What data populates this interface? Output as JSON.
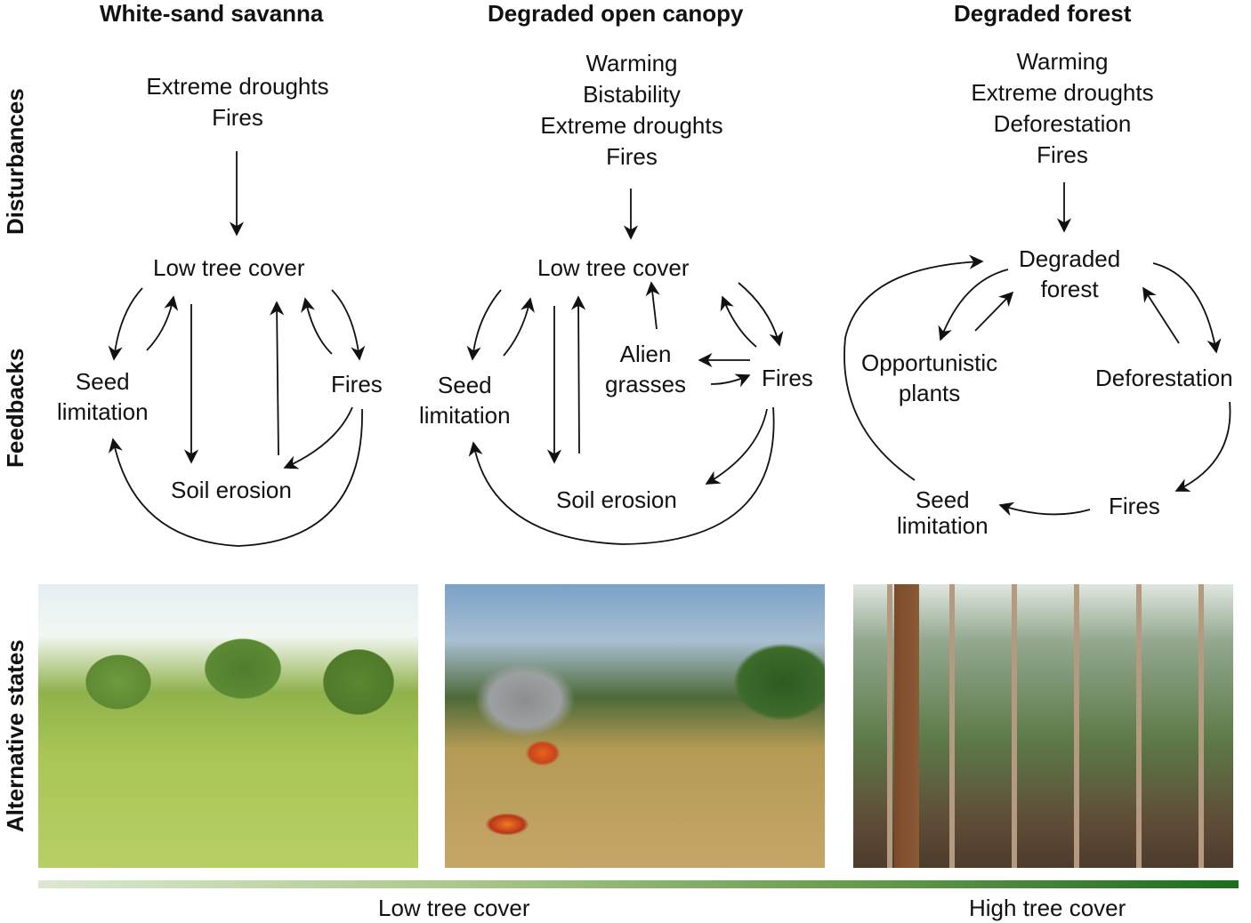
{
  "columns": [
    {
      "title": "White-sand savanna",
      "disturbances": [
        "Extreme droughts",
        "Fires"
      ],
      "feedback_nodes": {
        "center": "Low tree cover",
        "seed": [
          "Seed",
          "limitation"
        ],
        "fires": "Fires",
        "soil": "Soil erosion"
      },
      "photo": "savanna-photo"
    },
    {
      "title": "Degraded open canopy",
      "disturbances": [
        "Warming",
        "Bistability",
        "Extreme droughts",
        "Fires"
      ],
      "feedback_nodes": {
        "center": "Low tree cover",
        "seed": [
          "Seed",
          "limitation"
        ],
        "alien": [
          "Alien",
          "grasses"
        ],
        "fires": "Fires",
        "soil": "Soil erosion"
      },
      "photo": "burning-grassland-photo"
    },
    {
      "title": "Degraded forest",
      "disturbances": [
        "Warming",
        "Extreme droughts",
        "Deforestation",
        "Fires"
      ],
      "feedback_nodes": {
        "center": [
          "Degraded",
          "forest"
        ],
        "opportunistic": [
          "Opportunistic",
          "plants"
        ],
        "deforestation": "Deforestation",
        "fires": "Fires",
        "seed": [
          "Seed",
          "limitation"
        ]
      },
      "photo": "degraded-forest-photo"
    }
  ],
  "row_labels": {
    "disturbances": "Disturbances",
    "feedbacks": "Feedbacks",
    "states": "Alternative states"
  },
  "gradient": {
    "low_label": "Low tree cover",
    "high_label": "High tree cover",
    "start_color": "#dbe8cf",
    "end_color": "#1b6e1b"
  }
}
